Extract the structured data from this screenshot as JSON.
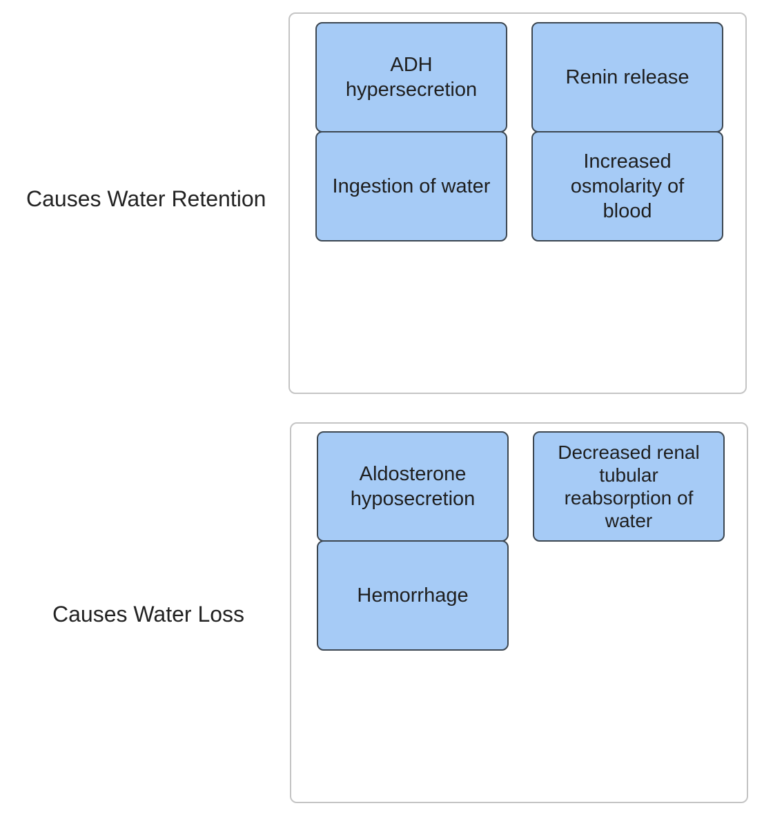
{
  "categories": [
    {
      "label": "Causes Water Retention",
      "cards": [
        "ADH hypersecretion",
        "Renin release",
        "Ingestion of water",
        "Increased osmolarity of blood"
      ]
    },
    {
      "label": "Causes Water Loss",
      "cards": [
        "Aldosterone hyposecretion",
        "Decreased renal tubular reabsorption of water",
        "Hemorrhage"
      ]
    }
  ],
  "colors": {
    "card_fill": "#a6cbf6",
    "card_border": "#3c4650",
    "zone_border": "#c4c4c4"
  }
}
